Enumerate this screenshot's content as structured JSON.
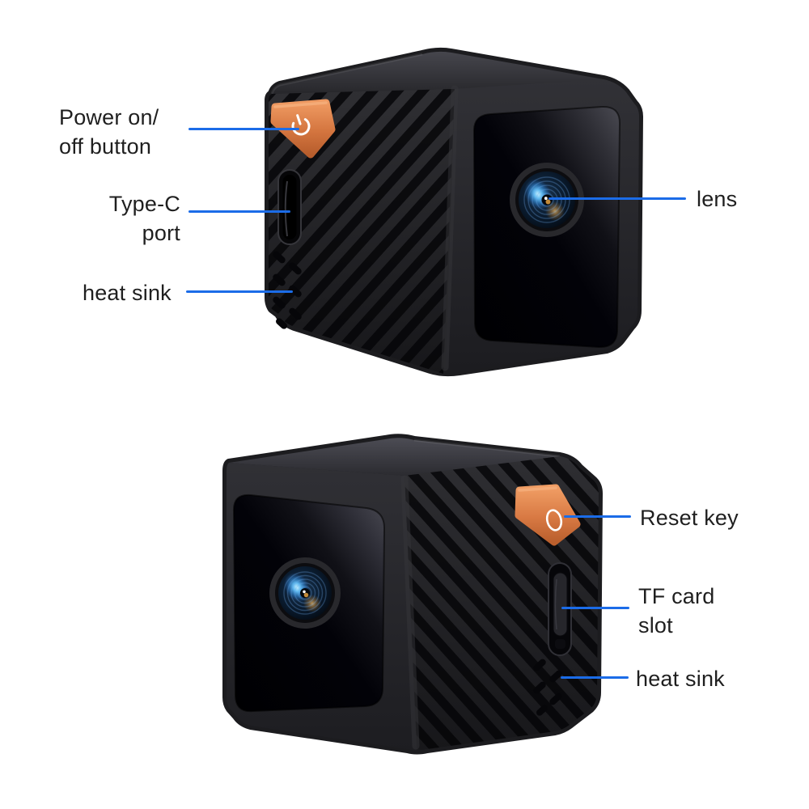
{
  "colors": {
    "background": "#ffffff",
    "leader_line": "#1b6ce8",
    "label_text": "#1f1f1f",
    "button_orange": "#d4713c",
    "lens_blue": "#3f9ae0",
    "camera_body": "#1c1c1f"
  },
  "icons": {
    "power_button": "power-icon",
    "reset_key": "reset-circle-icon"
  },
  "top_view": {
    "labels": {
      "power": {
        "line1": "Power on/",
        "line2": "off button"
      },
      "type_c": {
        "line1": "Type-C",
        "line2": "port"
      },
      "heat_sink": {
        "text": "heat sink"
      },
      "lens": {
        "text": "lens"
      }
    }
  },
  "bottom_view": {
    "labels": {
      "reset": {
        "text": "Reset key"
      },
      "tf_card": {
        "line1": "TF card",
        "line2": "slot"
      },
      "heat_sink": {
        "text": "heat sink"
      }
    }
  }
}
